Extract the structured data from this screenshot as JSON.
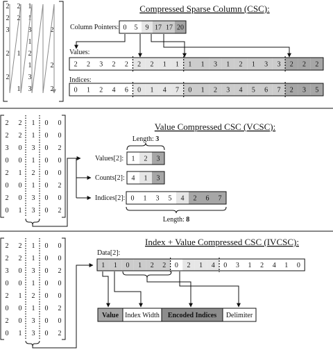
{
  "csc": {
    "title": "Compressed Sparse Column (CSC):",
    "col_ptr_label": "Column Pointers:",
    "col_ptrs": [
      "0",
      "5",
      "9",
      "17",
      "17",
      "20"
    ],
    "values_label": "Values:",
    "values": [
      "2",
      "2",
      "3",
      "2",
      "2",
      "2",
      "2",
      "1",
      "1",
      "1",
      "1",
      "3",
      "1",
      "2",
      "1",
      "3",
      "3",
      "2",
      "2",
      "2"
    ],
    "indices_label": "Indices:",
    "indices": [
      "0",
      "1",
      "2",
      "4",
      "6",
      "0",
      "1",
      "4",
      "7",
      "0",
      "1",
      "2",
      "3",
      "4",
      "5",
      "6",
      "7",
      "2",
      "3",
      "5"
    ],
    "matrix_cells": [
      {
        "text": "2",
        "row": 0,
        "col": 0
      },
      {
        "text": "2",
        "row": 0,
        "col": 1
      },
      {
        "text": "1",
        "row": 0,
        "col": 2
      },
      {
        "text": "2",
        "row": 1,
        "col": 0
      },
      {
        "text": "2",
        "row": 1,
        "col": 1
      },
      {
        "text": "1",
        "row": 1,
        "col": 2
      },
      {
        "text": "3",
        "row": 2,
        "col": 0
      },
      {
        "text": "3",
        "row": 2,
        "col": 2
      },
      {
        "text": "2",
        "row": 2,
        "col": 4
      },
      {
        "text": "1",
        "row": 3,
        "col": 2
      },
      {
        "text": "2",
        "row": 4,
        "col": 0
      },
      {
        "text": "1",
        "row": 4,
        "col": 1
      },
      {
        "text": "2",
        "row": 4,
        "col": 2
      },
      {
        "text": "1",
        "row": 5,
        "col": 2
      },
      {
        "text": "2",
        "row": 5,
        "col": 4
      },
      {
        "text": "2",
        "row": 6,
        "col": 0
      },
      {
        "text": "3",
        "row": 6,
        "col": 2
      },
      {
        "text": "1",
        "row": 7,
        "col": 1
      },
      {
        "text": "3",
        "row": 7,
        "col": 2
      },
      {
        "text": "2",
        "row": 7,
        "col": 4
      }
    ]
  },
  "vcsc": {
    "title": "Value Compressed CSC (VCSC):",
    "values_label": "Values[2]:",
    "values": [
      "1",
      "2",
      "3"
    ],
    "counts_label": "Counts[2]:",
    "counts": [
      "4",
      "1",
      "3"
    ],
    "indices_label": "Indices[2]:",
    "indices": [
      "0",
      "1",
      "3",
      "5",
      "4",
      "2",
      "6",
      "7"
    ],
    "length_top_prefix": "Length: ",
    "length_top_value": "3",
    "length_bottom_prefix": "Length: ",
    "length_bottom_value": "8"
  },
  "ivcsc": {
    "title": "Index + Value Compressed CSC (IVCSC):",
    "data_label": "Data[2]:",
    "data": [
      "1",
      "1",
      "0",
      "1",
      "2",
      "2",
      "0",
      "2",
      "1",
      "4",
      "0",
      "3",
      "1",
      "2",
      "4",
      "1",
      "0"
    ],
    "legend": [
      "Value",
      "Index Width",
      "Encoded Indices",
      "Delimiter"
    ]
  },
  "matrix": {
    "rows": [
      [
        "2",
        "2",
        "1",
        "0",
        "0"
      ],
      [
        "2",
        "2",
        "1",
        "0",
        "0"
      ],
      [
        "3",
        "0",
        "3",
        "0",
        "2"
      ],
      [
        "0",
        "0",
        "1",
        "0",
        "0"
      ],
      [
        "2",
        "1",
        "2",
        "0",
        "0"
      ],
      [
        "0",
        "0",
        "1",
        "0",
        "2"
      ],
      [
        "2",
        "0",
        "3",
        "0",
        "0"
      ],
      [
        "0",
        "1",
        "3",
        "0",
        "2"
      ]
    ]
  },
  "colors": {
    "shade_light": "#e6e6e6",
    "shade_mid": "#cccccc",
    "shade_dark": "#a6a6a6",
    "shade_darker": "#8c8c8c",
    "matrix_gray": "#888888"
  }
}
